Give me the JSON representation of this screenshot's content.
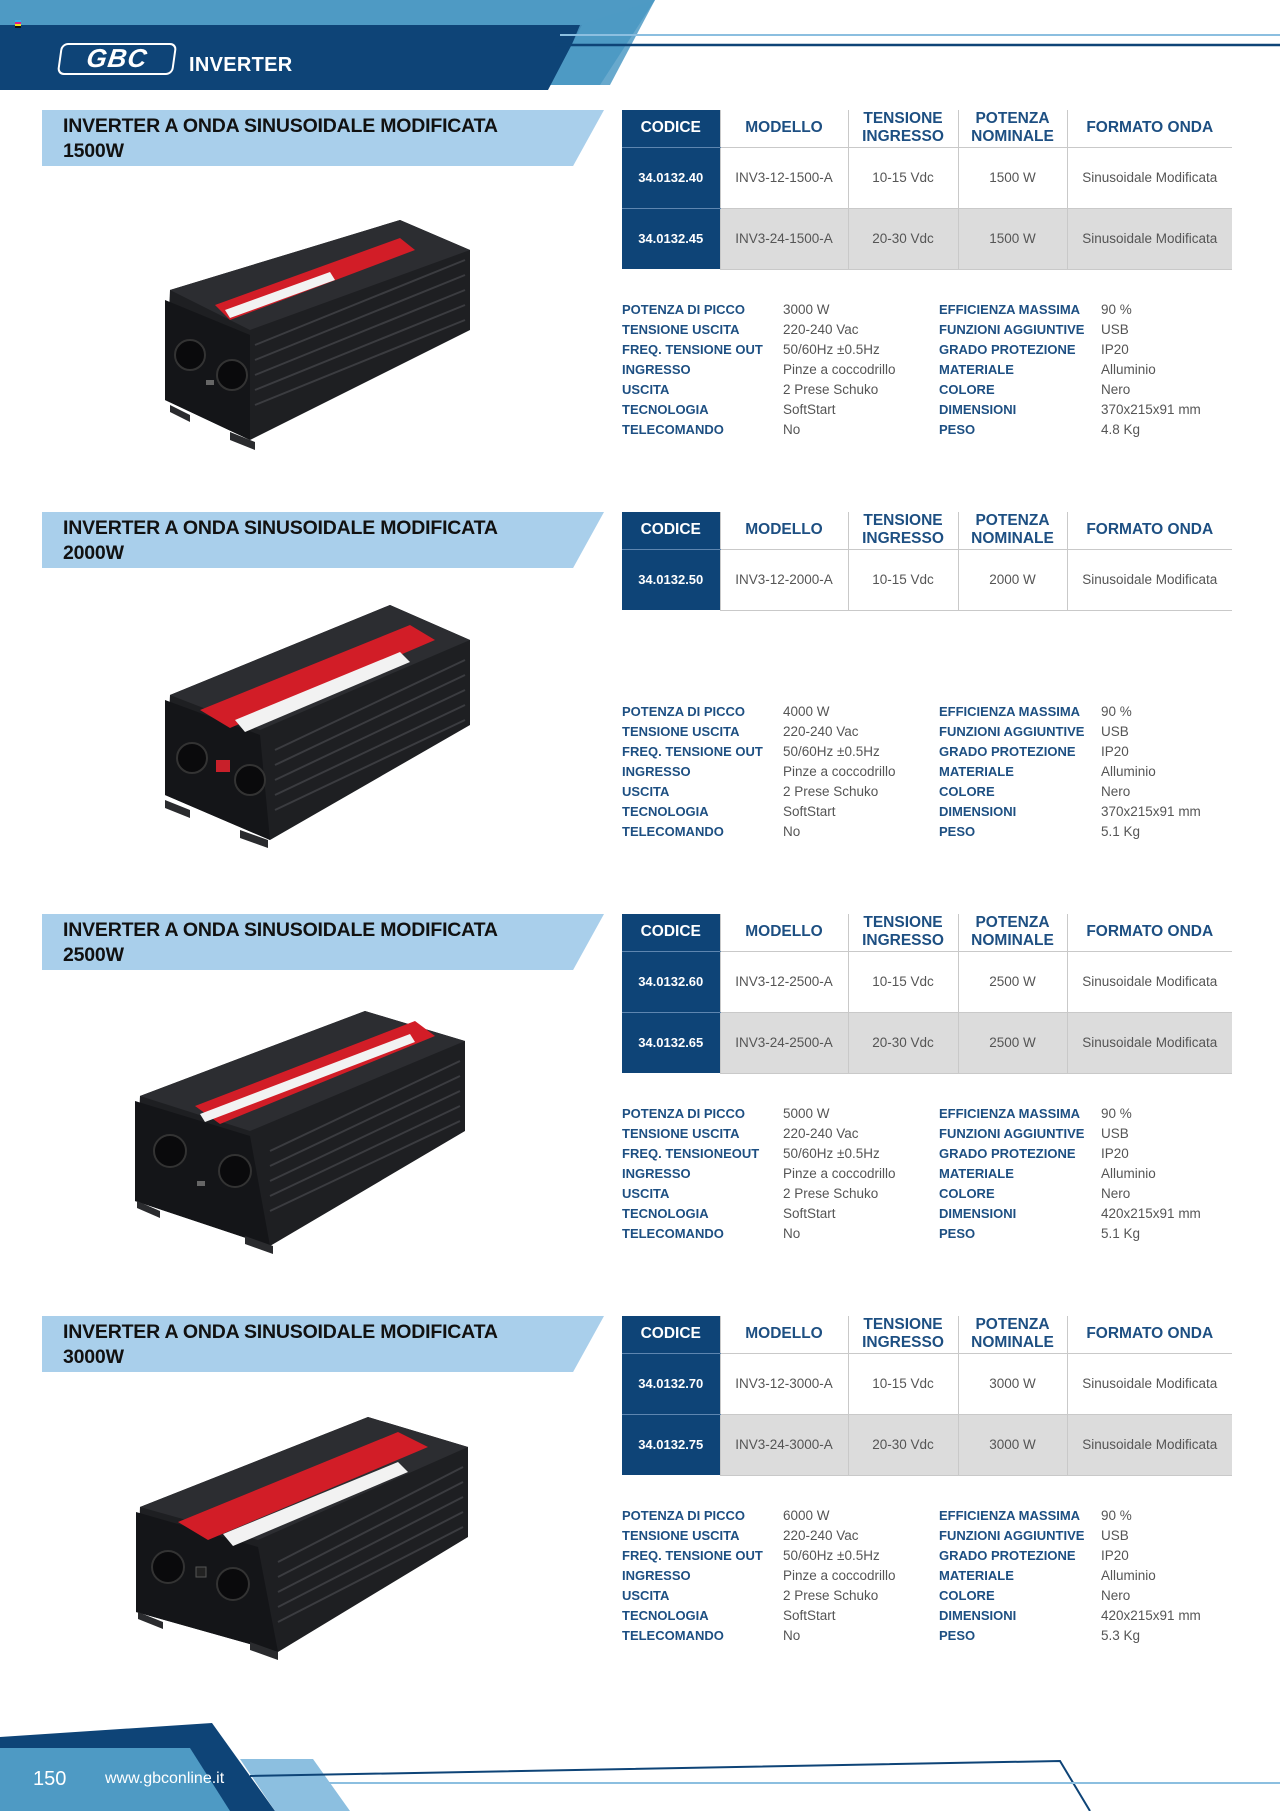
{
  "header": {
    "logo_text": "GBC",
    "section_title": "INVERTER",
    "colors": {
      "dark_blue": "#0e4477",
      "mid_blue": "#4e9ac4",
      "light_blue": "#a9cfeb"
    }
  },
  "table_headers": {
    "codice": "CODICE",
    "modello": "MODELLO",
    "tensione_1": "TENSIONE",
    "tensione_2": "INGRESSO",
    "potenza_1": "POTENZA",
    "potenza_2": "NOMINALE",
    "formato": "FORMATO ONDA"
  },
  "products": [
    {
      "title_line1": "INVERTER A ONDA SINUSOIDALE MODIFICATA",
      "title_line2": "1500W",
      "rows": [
        {
          "codice": "34.0132.40",
          "modello": "INV3-12-1500-A",
          "tensione": "10-15 Vdc",
          "potenza": "1500 W",
          "formato": "Sinusoidale Modificata"
        },
        {
          "codice": "34.0132.45",
          "modello": "INV3-24-1500-A",
          "tensione": "20-30 Vdc",
          "potenza": "1500 W",
          "formato": "Sinusoidale Modificata"
        }
      ],
      "specs_left": [
        {
          "label": "POTENZA DI PICCO",
          "value": "3000 W"
        },
        {
          "label": "TENSIONE USCITA",
          "value": "220-240 Vac"
        },
        {
          "label": "FREQ. TENSIONE OUT",
          "value": "50/60Hz ±0.5Hz"
        },
        {
          "label": "INGRESSO",
          "value": "Pinze a coccodrillo"
        },
        {
          "label": "USCITA",
          "value": "2 Prese Schuko"
        },
        {
          "label": "TECNOLOGIA",
          "value": "SoftStart"
        },
        {
          "label": "TELECOMANDO",
          "value": "No"
        }
      ],
      "specs_right": [
        {
          "label": "EFFICIENZA MASSIMA",
          "value": "90 %"
        },
        {
          "label": "FUNZIONI AGGIUNTIVE",
          "value": "USB"
        },
        {
          "label": "GRADO PROTEZIONE",
          "value": "IP20"
        },
        {
          "label": "MATERIALE",
          "value": "Alluminio"
        },
        {
          "label": "COLORE",
          "value": "Nero"
        },
        {
          "label": "DIMENSIONI",
          "value": "370x215x91 mm"
        },
        {
          "label": "PESO",
          "value": "4.8 Kg"
        }
      ]
    },
    {
      "title_line1": "INVERTER A ONDA SINUSOIDALE MODIFICATA",
      "title_line2": "2000W",
      "rows": [
        {
          "codice": "34.0132.50",
          "modello": "INV3-12-2000-A",
          "tensione": "10-15 Vdc",
          "potenza": "2000 W",
          "formato": "Sinusoidale Modificata"
        }
      ],
      "specs_left": [
        {
          "label": "POTENZA DI PICCO",
          "value": "4000 W"
        },
        {
          "label": "TENSIONE USCITA",
          "value": "220-240 Vac"
        },
        {
          "label": "FREQ. TENSIONE OUT",
          "value": "50/60Hz ±0.5Hz"
        },
        {
          "label": "INGRESSO",
          "value": "Pinze a coccodrillo"
        },
        {
          "label": "USCITA",
          "value": "2 Prese Schuko"
        },
        {
          "label": "TECNOLOGIA",
          "value": "SoftStart"
        },
        {
          "label": "TELECOMANDO",
          "value": "No"
        }
      ],
      "specs_right": [
        {
          "label": "EFFICIENZA MASSIMA",
          "value": "90 %"
        },
        {
          "label": "FUNZIONI AGGIUNTIVE",
          "value": "USB"
        },
        {
          "label": "GRADO PROTEZIONE",
          "value": "IP20"
        },
        {
          "label": "MATERIALE",
          "value": "Alluminio"
        },
        {
          "label": "COLORE",
          "value": "Nero"
        },
        {
          "label": "DIMENSIONI",
          "value": "370x215x91 mm"
        },
        {
          "label": "PESO",
          "value": "5.1 Kg"
        }
      ]
    },
    {
      "title_line1": "INVERTER A ONDA SINUSOIDALE MODIFICATA",
      "title_line2": "2500W",
      "rows": [
        {
          "codice": "34.0132.60",
          "modello": "INV3-12-2500-A",
          "tensione": "10-15 Vdc",
          "potenza": "2500 W",
          "formato": "Sinusoidale Modificata"
        },
        {
          "codice": "34.0132.65",
          "modello": "INV3-24-2500-A",
          "tensione": "20-30 Vdc",
          "potenza": "2500 W",
          "formato": "Sinusoidale Modificata"
        }
      ],
      "specs_left": [
        {
          "label": "POTENZA DI PICCO",
          "value": "5000 W"
        },
        {
          "label": "TENSIONE USCITA",
          "value": "220-240 Vac"
        },
        {
          "label": "FREQ. TENSIONEOUT",
          "value": "50/60Hz ±0.5Hz"
        },
        {
          "label": "INGRESSO",
          "value": "Pinze a coccodrillo"
        },
        {
          "label": "USCITA",
          "value": "2 Prese Schuko"
        },
        {
          "label": "TECNOLOGIA",
          "value": "SoftStart"
        },
        {
          "label": "TELECOMANDO",
          "value": "No"
        }
      ],
      "specs_right": [
        {
          "label": "EFFICIENZA MASSIMA",
          "value": "90 %"
        },
        {
          "label": "FUNZIONI AGGIUNTIVE",
          "value": "USB"
        },
        {
          "label": "GRADO PROTEZIONE",
          "value": "IP20"
        },
        {
          "label": "MATERIALE",
          "value": "Alluminio"
        },
        {
          "label": "COLORE",
          "value": "Nero"
        },
        {
          "label": "DIMENSIONI",
          "value": "420x215x91 mm"
        },
        {
          "label": "PESO",
          "value": "5.1 Kg"
        }
      ]
    },
    {
      "title_line1": "INVERTER A ONDA SINUSOIDALE MODIFICATA",
      "title_line2": "3000W",
      "rows": [
        {
          "codice": "34.0132.70",
          "modello": "INV3-12-3000-A",
          "tensione": "10-15 Vdc",
          "potenza": "3000 W",
          "formato": "Sinusoidale Modificata"
        },
        {
          "codice": "34.0132.75",
          "modello": "INV3-24-3000-A",
          "tensione": "20-30 Vdc",
          "potenza": "3000 W",
          "formato": "Sinusoidale Modificata"
        }
      ],
      "specs_left": [
        {
          "label": "POTENZA DI PICCO",
          "value": "6000 W"
        },
        {
          "label": "TENSIONE USCITA",
          "value": "220-240 Vac"
        },
        {
          "label": "FREQ. TENSIONE OUT",
          "value": "50/60Hz ±0.5Hz"
        },
        {
          "label": "INGRESSO",
          "value": "Pinze a coccodrillo"
        },
        {
          "label": "USCITA",
          "value": "2 Prese Schuko"
        },
        {
          "label": "TECNOLOGIA",
          "value": "SoftStart"
        },
        {
          "label": "TELECOMANDO",
          "value": "No"
        }
      ],
      "specs_right": [
        {
          "label": "EFFICIENZA MASSIMA",
          "value": "90 %"
        },
        {
          "label": "FUNZIONI AGGIUNTIVE",
          "value": "USB"
        },
        {
          "label": "GRADO PROTEZIONE",
          "value": "IP20"
        },
        {
          "label": "MATERIALE",
          "value": "Alluminio"
        },
        {
          "label": "COLORE",
          "value": "Nero"
        },
        {
          "label": "DIMENSIONI",
          "value": "420x215x91 mm"
        },
        {
          "label": "PESO",
          "value": "5.3 Kg"
        }
      ]
    }
  ],
  "footer": {
    "page_number": "150",
    "url": "www.gbconline.it"
  }
}
